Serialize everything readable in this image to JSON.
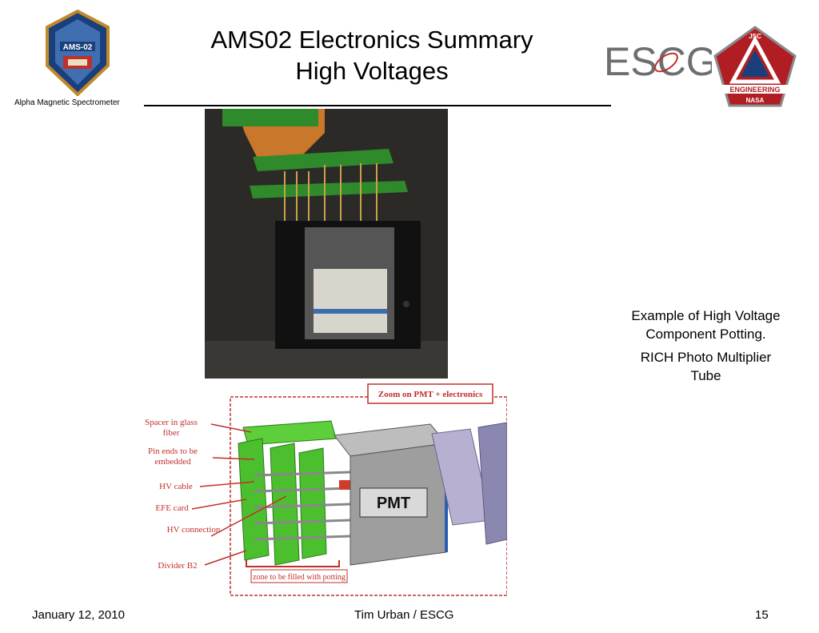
{
  "header": {
    "title_line1": "AMS02 Electronics Summary",
    "title_line2": "High Voltages",
    "org_label": "Alpha Magnetic Spectrometer"
  },
  "logos": {
    "ams": {
      "name": "AMS-02"
    },
    "escg": {
      "name": "ESCG"
    },
    "jsc": {
      "top": "JSC",
      "band": "ENGINEERING",
      "bottom": "NASA"
    }
  },
  "caption": {
    "line1": "Example of High Voltage Component Potting.",
    "line2": "RICH Photo Multiplier Tube"
  },
  "diagram": {
    "zoom_title": "Zoom on PMT + electronics",
    "pmt_label": "PMT",
    "zone_label": "zone to be filled with potting",
    "labels": [
      "Spacer in glass fiber",
      "Pin ends to be embedded",
      "HV cable",
      "EFE card",
      "HV connection",
      "Divider B2"
    ]
  },
  "footer": {
    "date": "January 12, 2010",
    "author": "Tim Urban / ESCG",
    "page": "15"
  },
  "colors": {
    "accent_red": "#c0302a",
    "pcb_green": "#3a8f2a",
    "nasa_red": "#b01e23"
  }
}
